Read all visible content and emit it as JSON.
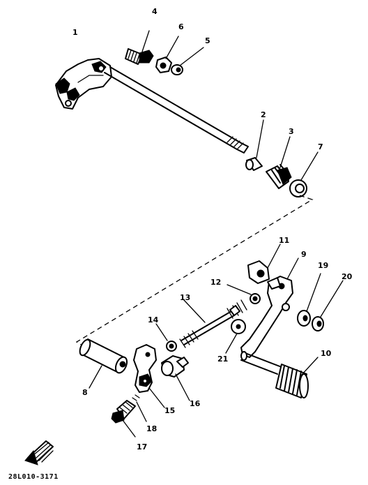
{
  "diagram": {
    "part_numbers": [
      "1",
      "2",
      "3",
      "4",
      "5",
      "6",
      "7",
      "8",
      "9",
      "10",
      "11",
      "12",
      "13",
      "14",
      "15",
      "16",
      "17",
      "18",
      "19",
      "20",
      "21"
    ],
    "drawing_code": "28L010-3171"
  }
}
